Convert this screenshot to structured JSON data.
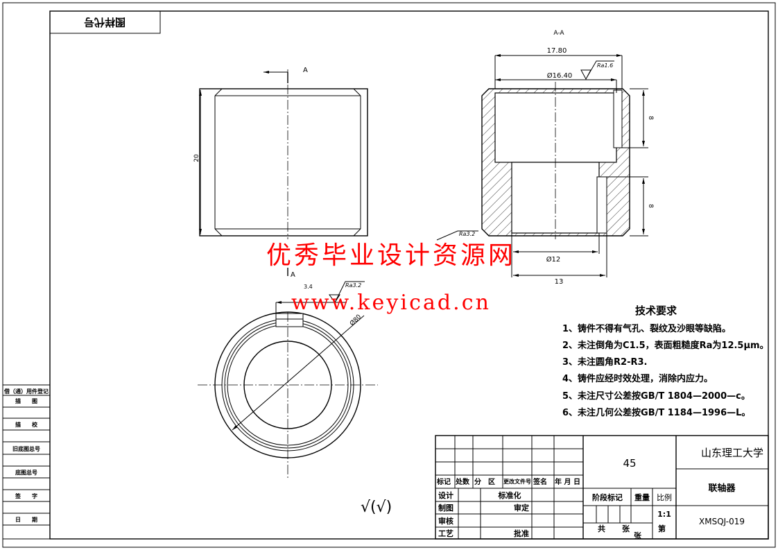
{
  "drawing_code_box": "图样代号",
  "front_view": {
    "section_mark": "A",
    "height_dim": "20"
  },
  "section_view": {
    "title": "A-A",
    "dim_overall": "17.80",
    "dim_bore": "Ø16.40",
    "roughness_top": "Ra1.6",
    "dim_depth_upper": "8",
    "dim_depth_lower": "8",
    "dim_small_bore": "Ø12",
    "dim_lower": "13",
    "roughness_left": "Ra3.2"
  },
  "end_view": {
    "roughness": "Ra3.2",
    "keyway_dim": "3.4",
    "diameter": "Ø80"
  },
  "watermark": {
    "line1": "优秀毕业设计资源网",
    "line2": "www.keyicad.cn",
    "color": "#ff0000"
  },
  "tech_requirements": {
    "title": "技术要求",
    "items": [
      "1、铸件不得有气孔、裂纹及沙眼等缺陷。",
      "2、未注倒角为C1.5，表面粗糙度Ra为12.5μm。",
      "3、未注圆角R2-R3.",
      "4、铸件应经时效处理，消除内应力。",
      "5、未注尺寸公差按GB/T 1804—2000—c。",
      "6、未注几何公差按GB/T 1184—1996—L。"
    ]
  },
  "roughness_note": "√(√)",
  "left_strip": [
    "借（通）用件登记",
    "描　　图",
    "描　　校",
    "旧底图总号",
    "底图总号",
    "签　　字",
    "日　　期"
  ],
  "title_block": {
    "material": "45",
    "school": "山东理工大学",
    "part_name": "联轴器",
    "drawing_no": "XMSQJ-019",
    "header_row": [
      "标记",
      "处数",
      "分　区",
      "更改文件号",
      "签名",
      "年 月 日"
    ],
    "rows": [
      "设计",
      "制图",
      "审核",
      "工艺"
    ],
    "standardize": "标准化",
    "review": "审定",
    "approve": "批准",
    "stage_mark": "阶段标记",
    "weight": "重量",
    "scale_label": "比例",
    "scale": "1:1",
    "total": "共",
    "sheet": "张",
    "number": "第",
    "sheet2": "张"
  }
}
